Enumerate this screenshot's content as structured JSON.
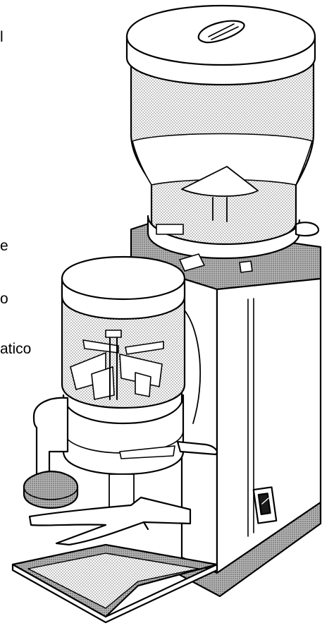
{
  "labels": {
    "fragment_1": "l",
    "fragment_2": "e",
    "fragment_3": "o",
    "fragment_4": "atico"
  },
  "colors": {
    "line": "#000000",
    "dot_shade": "#7a7a7a",
    "panel_gray": "#8f8f8f",
    "background": "#ffffff"
  }
}
